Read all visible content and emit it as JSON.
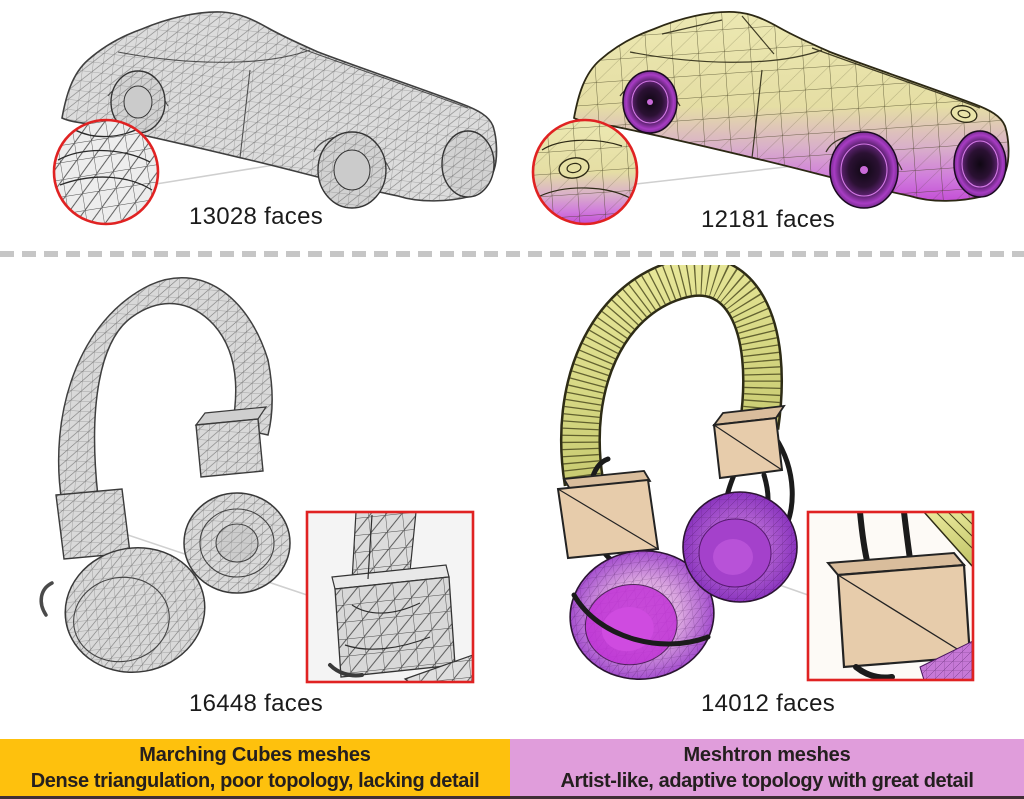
{
  "panels": [
    {
      "name": "car-marching-cubes",
      "caption": "13028 faces"
    },
    {
      "name": "car-meshtron",
      "caption": "12181 faces"
    },
    {
      "name": "headphones-marching-cubes",
      "caption": "16448 faces"
    },
    {
      "name": "headphones-meshtron",
      "caption": "14012 faces"
    }
  ],
  "footer": {
    "left": {
      "title": "Marching Cubes meshes",
      "subtitle": "Dense triangulation, poor topology, lacking detail"
    },
    "right": {
      "title": "Meshtron meshes",
      "subtitle": "Artist-like, adaptive topology with great detail"
    }
  },
  "colors": {
    "marching_cubes_bar": "#FEC10D",
    "meshtron_bar": "#E09DDB",
    "inset_outline_red": "#E02222",
    "mesh_gray": "#DCDCDC",
    "meshtron_yellow": "#E9E5AC",
    "meshtron_magenta": "#C75BD8",
    "separator_gray": "#C6C6C6"
  }
}
